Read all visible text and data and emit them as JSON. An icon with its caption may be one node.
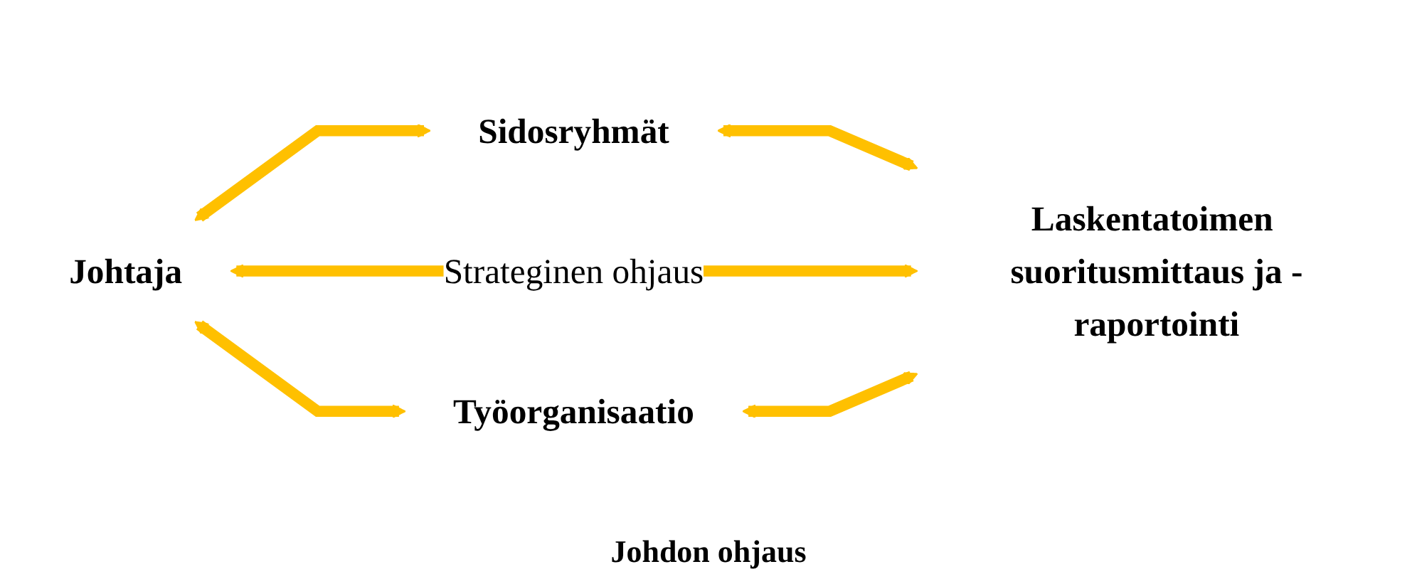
{
  "diagram": {
    "nodes": [
      {
        "text": [
          "Sidosryhmät"
        ]
      },
      {
        "text": [
          "Johtaja"
        ]
      },
      {
        "text": [
          "Laskentatoimen suoritusmittaus ja -raportointi"
        ]
      },
      {
        "text": [
          "Työorganisaatio"
        ]
      }
    ],
    "edges": [
      {
        "from": 1,
        "to": 0,
        "arrow": "both"
      },
      {
        "from": 0,
        "to": 2,
        "arrow": "both"
      },
      {
        "from": 1,
        "to": 2,
        "arrow": "both",
        "label": "Strateginen ohjaus"
      },
      {
        "from": 1,
        "to": 3,
        "arrow": "both"
      },
      {
        "from": 3,
        "to": 2,
        "arrow": "both"
      }
    ],
    "labels": [
      "Johdon ohjaus"
    ]
  }
}
